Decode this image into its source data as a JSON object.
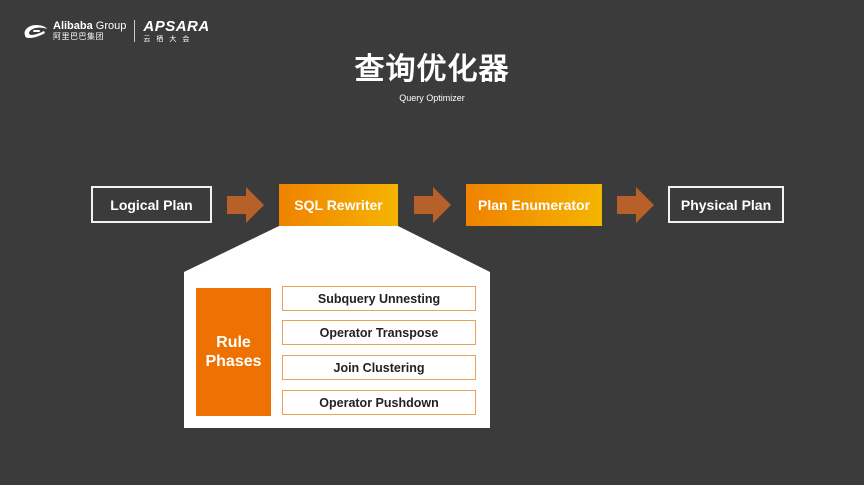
{
  "logo": {
    "alibaba_name": "Alibaba",
    "alibaba_group": "Group",
    "alibaba_cn": "阿里巴巴集团",
    "apsara_name": "APSARA",
    "apsara_cn": "云栖大会"
  },
  "title": "查询优化器",
  "subtitle": "Query Optimizer",
  "pipeline": {
    "logical_plan": "Logical Plan",
    "sql_rewriter": "SQL Rewriter",
    "plan_enumerator": "Plan Enumerator",
    "physical_plan": "Physical Plan"
  },
  "rewriter_detail": {
    "rule_label": "Rule",
    "phases_label": "Phases",
    "phases": [
      "Subquery Unnesting",
      "Operator Transpose",
      "Join Clustering",
      "Operator Pushdown"
    ]
  },
  "colors": {
    "background": "#3b3b3b",
    "orange": "#ee7203",
    "arrow": "#b8602a",
    "gradient_end": "#f5b400"
  },
  "icons": [
    "alibaba-logo-icon",
    "arrow-right-icon"
  ]
}
